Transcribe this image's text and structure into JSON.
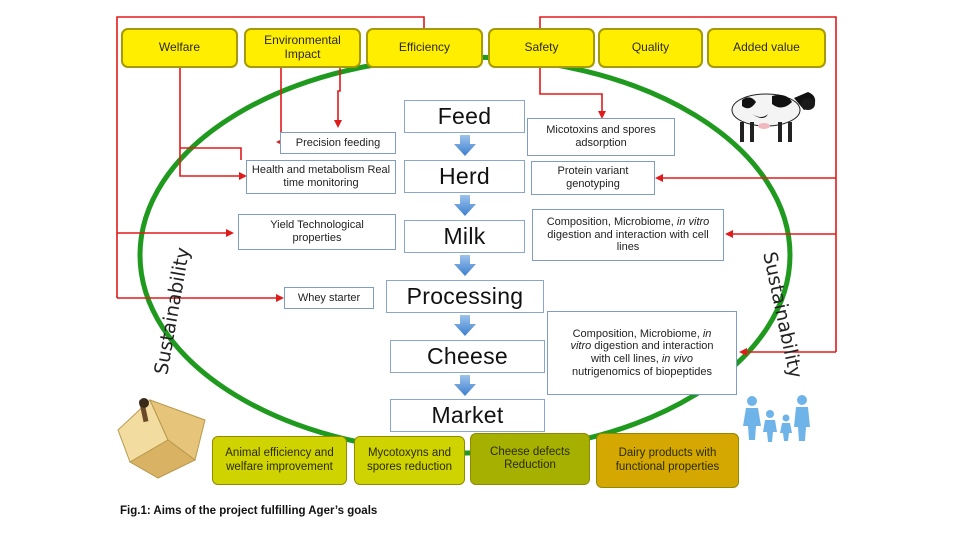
{
  "goals": [
    {
      "label": "Welfare"
    },
    {
      "label": "Environmental Impact"
    },
    {
      "label": "Efficiency"
    },
    {
      "label": "Safety"
    },
    {
      "label": "Quality"
    },
    {
      "label": "Added value"
    }
  ],
  "stages": [
    "Feed",
    "Herd",
    "Milk",
    "Processing",
    "Cheese",
    "Market"
  ],
  "left_notes": [
    {
      "text": "Precision feeding"
    },
    {
      "text": "Health and metabolism Real time monitoring"
    },
    {
      "text": "Yield Technological properties"
    },
    {
      "text": "Whey starter"
    }
  ],
  "right_notes": [
    {
      "text": "Micotoxins and spores adsorption"
    },
    {
      "text": "Protein variant genotyping"
    },
    {
      "text_parts": [
        "Composition, Microbiome, ",
        "in vitro",
        " digestion and interaction with cell lines"
      ]
    },
    {
      "text_parts": [
        "Composition, Microbiome, ",
        "in vitro",
        " digestion and interaction with cell lines, ",
        "in vivo",
        " nutrigenomics of biopeptides"
      ]
    }
  ],
  "outcomes": [
    {
      "text": "Animal efficiency and welfare improvement",
      "color": "#cfd300"
    },
    {
      "text": "Mycotoxyns and spores reduction",
      "color": "#cfd300"
    },
    {
      "text": "Cheese defects Reduction",
      "color": "#a6b000"
    },
    {
      "text": "Dairy products with functional properties",
      "color": "#d4a800"
    }
  ],
  "sustainability_label": "Sustainability",
  "caption": "Fig.1: Aims of the project fulfilling Ager’s goals",
  "colors": {
    "arrow_red": "#e01b1b",
    "ellipse_green": "#1f9a1f",
    "flow_arrow_blue": "#5b9bd5",
    "goal_fill": "#ffee00"
  },
  "icons": [
    "cow-icon",
    "cheese-icon",
    "family-icon"
  ]
}
